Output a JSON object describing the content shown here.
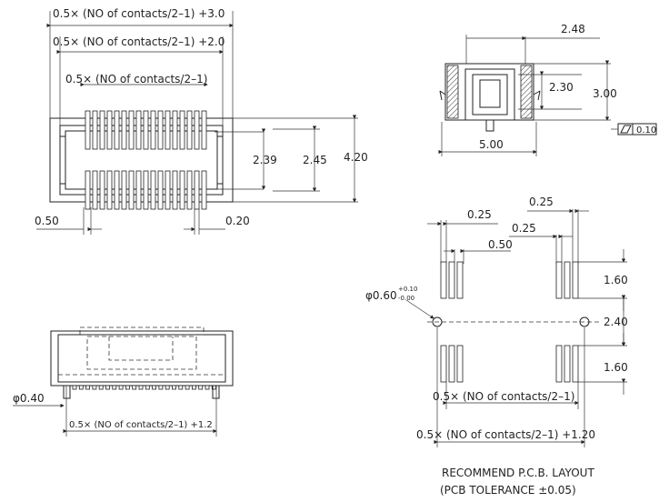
{
  "top_view": {
    "dim_overall": "0.5× (NO of contacts/2–1) +3.0",
    "dim_body": "0.5× (NO of contacts/2–1) +2.0",
    "dim_pins": "0.5× (NO of contacts/2–1)",
    "dim_height_inner": "2.39",
    "dim_height_mid": "2.45",
    "dim_height_total": "4.20",
    "dim_pitch": "0.50",
    "dim_pin_width": "0.20"
  },
  "side_view": {
    "dim_width_top": "2.48",
    "dim_inner_height": "2.30",
    "dim_total_height": "3.00",
    "dim_base_width": "5.00",
    "flatness_value": "0.10"
  },
  "front_view": {
    "dim_post_dia": "φ0.40",
    "dim_length": "0.5× (NO of contacts/2–1) +1.2"
  },
  "pcb_layout": {
    "dim_pad_width": "0.25",
    "dim_pad_width_right": "0.25",
    "dim_pad_width_mid": "0.25",
    "dim_pitch": "0.50",
    "dim_hole": "φ0.60",
    "dim_hole_tol_plus": "+0.10",
    "dim_hole_tol_minus": "-0.00",
    "dim_pad_len_top": "1.60",
    "dim_pad_gap": "2.40",
    "dim_pad_len_bottom": "1.60",
    "dim_pads_span": "0.5× (NO of contacts/2–1)",
    "dim_total_span": "0.5× (NO of contacts/2–1) +1.20",
    "title_line1": "RECOMMEND P.C.B. LAYOUT",
    "title_line2": "(PCB TOLERANCE ±0.05)"
  }
}
